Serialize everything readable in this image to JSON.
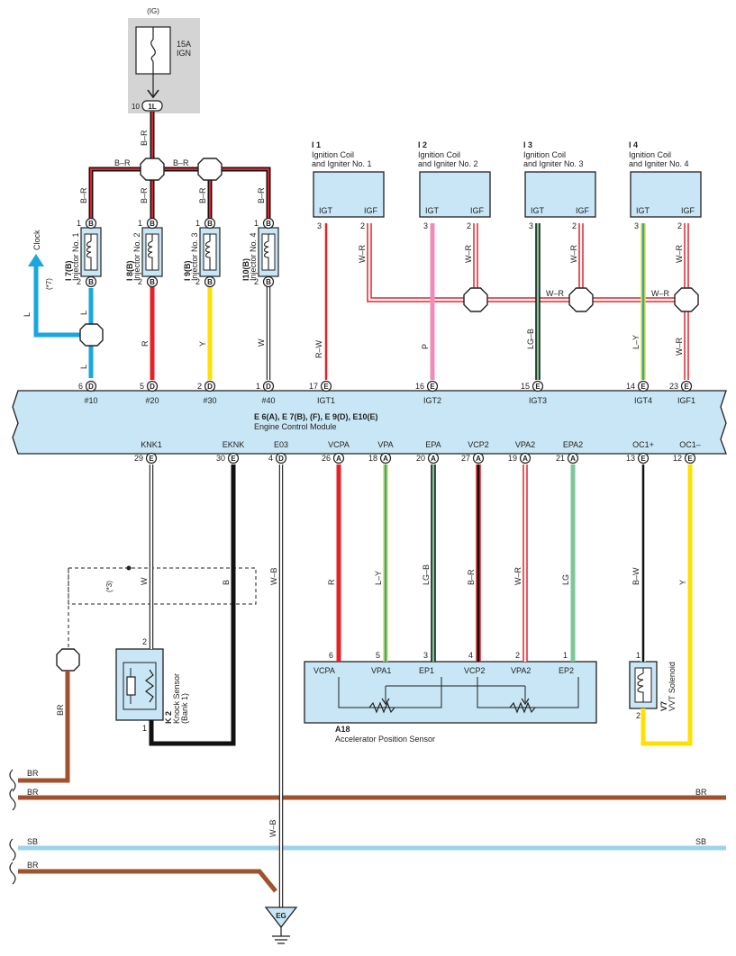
{
  "fuse": {
    "source": "(IG)",
    "rating": "15A",
    "name": "IGN",
    "conn": "1L",
    "pin": "10"
  },
  "ignition_coils": [
    {
      "code": "I 1",
      "name1": "Ignition Coil",
      "name2": "and Igniter No. 1",
      "igt_wire": "R–W",
      "ecm_pin": "17",
      "ecm_conn": "E",
      "ecm_term": "IGT1"
    },
    {
      "code": "I 2",
      "name1": "Ignition Coil",
      "name2": "and Igniter No. 2",
      "igt_wire": "P",
      "ecm_pin": "16",
      "ecm_conn": "E",
      "ecm_term": "IGT2"
    },
    {
      "code": "I 3",
      "name1": "Ignition Coil",
      "name2": "and Igniter No. 3",
      "igt_wire": "LG–B",
      "ecm_pin": "15",
      "ecm_conn": "E",
      "ecm_term": "IGT3"
    },
    {
      "code": "I 4",
      "name1": "Ignition Coil",
      "name2": "and Igniter No. 4",
      "igt_wire": "L–Y",
      "ecm_pin": "14",
      "ecm_conn": "E",
      "ecm_term": "IGT4"
    }
  ],
  "coil_pins": {
    "igt": "IGT",
    "igf": "IGF",
    "p3": "3",
    "p2": "2",
    "igf_wire": "W–R"
  },
  "igf1": {
    "pin": "23",
    "conn": "E",
    "term": "IGF1",
    "wire": "W–R"
  },
  "injectors": [
    {
      "code": "I 7(B)",
      "name": "Injector No. 1",
      "wire": "L",
      "ecm_pin": "6",
      "ecm_conn": "D",
      "ecm_term": "#10"
    },
    {
      "code": "I 8(B)",
      "name": "Injector No. 2",
      "wire": "R",
      "ecm_pin": "5",
      "ecm_conn": "D",
      "ecm_term": "#20"
    },
    {
      "code": "I 9(B)",
      "name": "Injector No. 3",
      "wire": "Y",
      "ecm_pin": "2",
      "ecm_conn": "D",
      "ecm_term": "#30"
    },
    {
      "code": "I10(B)",
      "name": "Injector No. 4",
      "wire": "W",
      "ecm_pin": "1",
      "ecm_conn": "D",
      "ecm_term": "#40"
    }
  ],
  "inj_pins": {
    "p1": "1",
    "p2": "2",
    "b": "B",
    "supply_wire": "B–R"
  },
  "clock": {
    "label": "Clock",
    "note": "(*7)",
    "wire": "L"
  },
  "ecm": {
    "title": "E 6(A), E 7(B), (F), E 9(D), E10(E)",
    "name": "Engine Control Module"
  },
  "ecm_bottom": [
    {
      "term": "KNK1",
      "pin": "29",
      "conn": "E",
      "wire": "W"
    },
    {
      "term": "EKNK",
      "pin": "30",
      "conn": "E",
      "wire": "B"
    },
    {
      "term": "E03",
      "pin": "4",
      "conn": "D",
      "wire": "W–B"
    },
    {
      "term": "VCPA",
      "pin": "26",
      "conn": "A",
      "wire": "R"
    },
    {
      "term": "VPA",
      "pin": "18",
      "conn": "A",
      "wire": "L–Y"
    },
    {
      "term": "EPA",
      "pin": "20",
      "conn": "A",
      "wire": "LG–B"
    },
    {
      "term": "VCP2",
      "pin": "27",
      "conn": "A",
      "wire": "B–R"
    },
    {
      "term": "VPA2",
      "pin": "19",
      "conn": "A",
      "wire": "W–R"
    },
    {
      "term": "EPA2",
      "pin": "21",
      "conn": "A",
      "wire": "LG"
    },
    {
      "term": "OC1+",
      "pin": "13",
      "conn": "E",
      "wire": "B–W"
    },
    {
      "term": "OC1–",
      "pin": "12",
      "conn": "E",
      "wire": "Y"
    }
  ],
  "shield_note": "(*3)",
  "knock": {
    "code": "K 2",
    "name1": "Knock Sensor",
    "name2": "(Bank 1)",
    "p2": "2",
    "p1": "1"
  },
  "aps": {
    "code": "A18",
    "name": "Accelerator Position Sensor",
    "terms": [
      "VCPA",
      "VPA1",
      "EP1",
      "VCP2",
      "VPA2",
      "EP2"
    ],
    "pins": [
      "6",
      "5",
      "3",
      "4",
      "2",
      "1"
    ]
  },
  "vvt": {
    "code": "V7",
    "name": "VVT Solenoid",
    "p1": "1",
    "p2": "2"
  },
  "ground": {
    "label": "EG",
    "wire": "W–B"
  },
  "buses": {
    "br": "BR",
    "sb": "SB",
    "br_drop": "BR"
  },
  "colors": {
    "R": "#e8202a",
    "L": "#1aa7e0",
    "Y": "#ffe000",
    "P": "#f08cb8",
    "LG": "#7cc89a",
    "BR": "#a0522d",
    "SB": "#9dd2ef",
    "B": "#111111",
    "ecm_fill": "#c8e6f5",
    "fuse_bg": "#d4d4d4"
  }
}
